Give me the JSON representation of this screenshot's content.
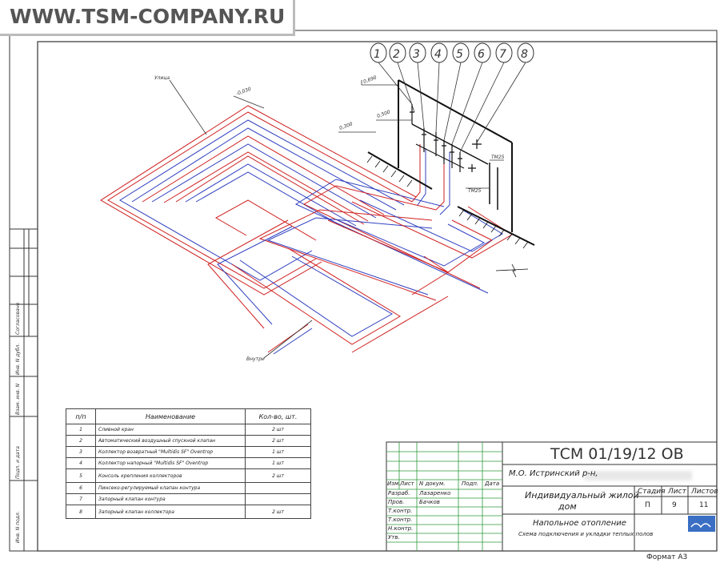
{
  "watermark": "WWW.TSM-COMPANY.RU",
  "drawing": {
    "callouts": [
      "1",
      "2",
      "3",
      "4",
      "5",
      "6",
      "7",
      "8"
    ],
    "label_street": "Улица",
    "label_inside": "Внутри",
    "level_top": "-0,030",
    "level_1": "0,690",
    "level_2": "0,500",
    "level_3": "0,300",
    "pipe_1": "TM25",
    "pipe_2": "TM25"
  },
  "spec_table": {
    "headers": [
      "п/п",
      "Наименование",
      "Кол-во, шт."
    ],
    "rows": [
      [
        "1",
        "Сливной кран",
        "2 шт"
      ],
      [
        "2",
        "Автоматический воздушный спускной клапан",
        "2 шт"
      ],
      [
        "3",
        "Коллектор возвратный \"Multidis SF\" Oventrop",
        "1 шт"
      ],
      [
        "4",
        "Коллектор напорный \"Multidis SF\" Oventrop",
        "1 шт"
      ],
      [
        "5",
        "Консоль крепления коллекторов",
        "2 шт"
      ],
      [
        "6",
        "Пинсеко-регулируемый клапан контура",
        ""
      ],
      [
        "7",
        "Запорный клапан контура",
        ""
      ],
      [
        "8",
        "Запорный клапан коллектора",
        "2 шт"
      ]
    ]
  },
  "side_stamp": [
    "Согласовано",
    "Инв. N дубл.",
    "Взам. инв. N",
    "Подп. и дата",
    "Инв. N подл."
  ],
  "title_block": {
    "code": "ТСМ 01/19/12 ОВ",
    "location": "М.О. Истринский р-н,",
    "object_line1": "Индивидуальный жилой",
    "object_line2": "дом",
    "section": "Напольное отопление",
    "sheet_title": "Схема подключения и укладки теплых полов",
    "col_headers": [
      "Изм.",
      "Лист",
      "N докум.",
      "Подп.",
      "Дата"
    ],
    "roles": [
      "Разраб.",
      "Пров.",
      "Т.контр.",
      "Т.контр.",
      "Н.контр.",
      "Утв."
    ],
    "names": [
      "Лазаренко",
      "Бачков"
    ],
    "stage_label": "Стадия",
    "sheet_label": "Лист",
    "sheets_label": "Листов",
    "stage": "П",
    "sheet": "9",
    "sheets": "11",
    "format": "Формат А3"
  }
}
